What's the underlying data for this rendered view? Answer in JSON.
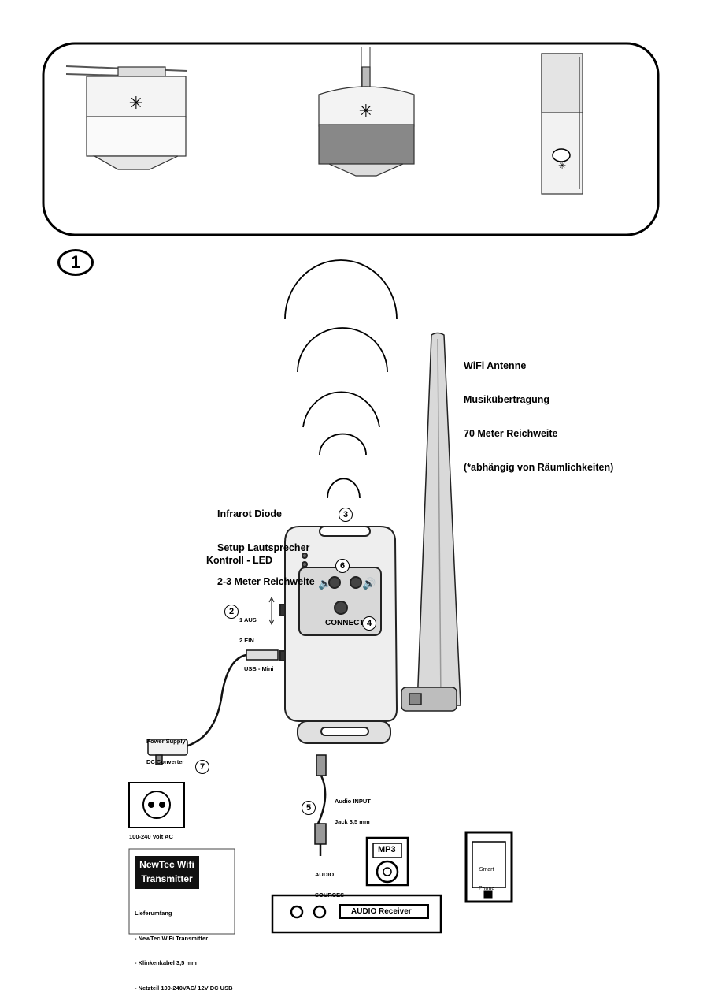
{
  "step_badge": "1",
  "antenna_label": {
    "lines": [
      "WiFi Antenne",
      "Musikübertragung",
      "70 Meter Reichweite",
      "(*abhängig von Räumlichkeiten)"
    ]
  },
  "ir_label": {
    "lines": [
      "Infrarot Diode",
      "Setup Lautsprecher",
      "2-3 Meter Reichweite"
    ]
  },
  "led_label": "Kontroll - LED",
  "switch_label": {
    "line1": "1 AUS",
    "line2": "2 EIN"
  },
  "usb_label": "USB - Mini",
  "connect_label": "CONNECT",
  "power_supply_label": {
    "line1": "Power Supply",
    "line2": "DC Converter"
  },
  "voltage_label": "100-240 Volt AC",
  "audio_input_label": {
    "line1": "Audio INPUT",
    "line2": "Jack 3,5 mm"
  },
  "audio_sources_label": {
    "line1": "AUDIO",
    "line2": "SOURCES"
  },
  "mp3_label": "MP3",
  "smartphone_label": {
    "line1": "Smart",
    "line2": "Phone"
  },
  "receiver_label": "AUDIO Receiver",
  "callouts": {
    "n2": "2",
    "n3": "3",
    "n4": "4",
    "n5": "5",
    "n6": "6",
    "n7": "7"
  },
  "product_box": {
    "title_line1": "NewTec Wifi",
    "title_line2": "Transmitter",
    "contents_title": "Lieferumfang",
    "items": [
      "- NewTec WiFi Transmitter",
      "- Klinkenkabel 3,5 mm",
      "- Netzteil 100-240VAC/ 12V DC USB"
    ]
  }
}
